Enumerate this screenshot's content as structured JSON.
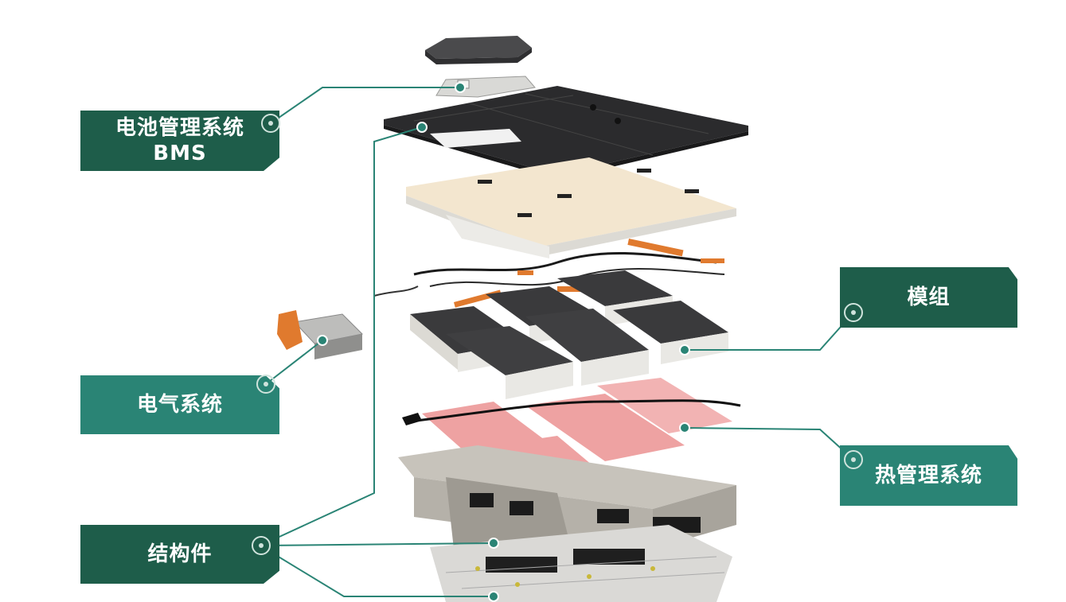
{
  "labels": {
    "bms": {
      "line1": "电池管理系统",
      "line2": "BMS"
    },
    "electrical": {
      "text": "电气系统"
    },
    "structure": {
      "text": "结构件"
    },
    "module": {
      "text": "模组"
    },
    "thermal": {
      "text": "热管理系统"
    }
  },
  "colors": {
    "tag_dark": "#1e5d4a",
    "tag_teal": "#2a8475",
    "leader_line": "#2a8475",
    "cover_dark": "#2b2b2d",
    "insulation_beige": "#f3e6cf",
    "busbar_orange": "#e07a2e",
    "cell_dark": "#3a3a3c",
    "cooling_pink": "#eea2a2",
    "tray_gray": "#c7c3bb"
  },
  "icons": [
    "callout-ring-icon",
    "anchor-dot-icon"
  ]
}
